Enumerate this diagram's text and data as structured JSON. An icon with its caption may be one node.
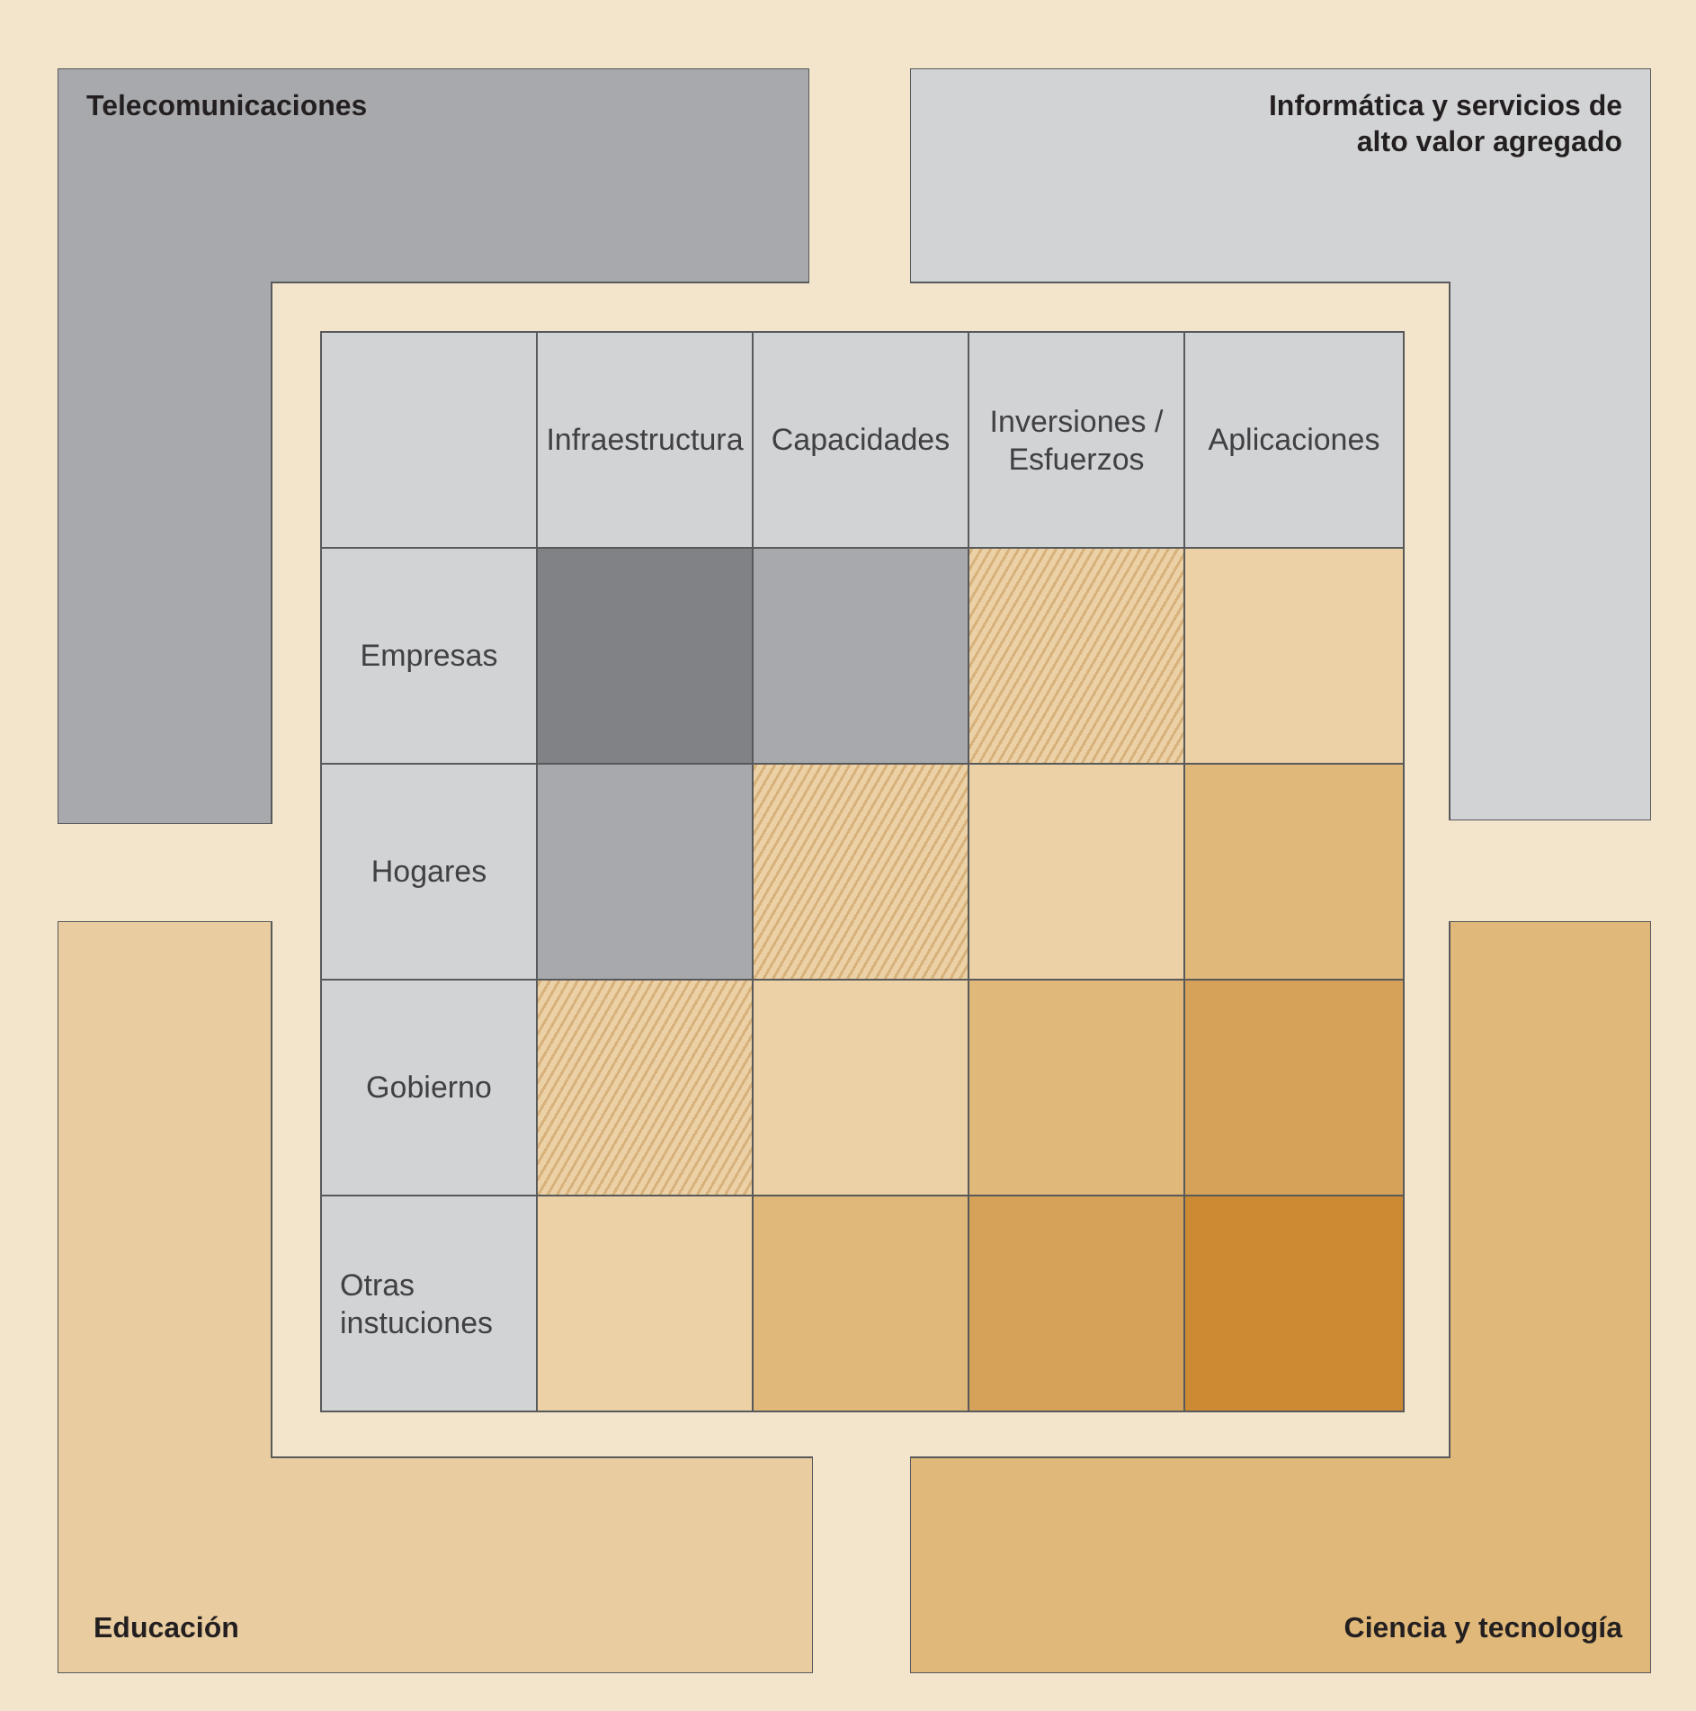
{
  "diagram": {
    "nodes": [
      {
        "text": [
          "Telecomunicaciones"
        ]
      },
      {
        "text": [
          "Informática y servicios de alto valor agregado"
        ]
      },
      {
        "text": [
          "Educación"
        ]
      },
      {
        "text": [
          "Ciencia y tecnología"
        ]
      }
    ],
    "labels": [
      "Infraestructura",
      "Capacidades",
      "Inversiones / Esfuerzos",
      "Aplicaciones",
      "Empresas",
      "Hogares",
      "Gobierno",
      "Otras instuciones"
    ]
  }
}
